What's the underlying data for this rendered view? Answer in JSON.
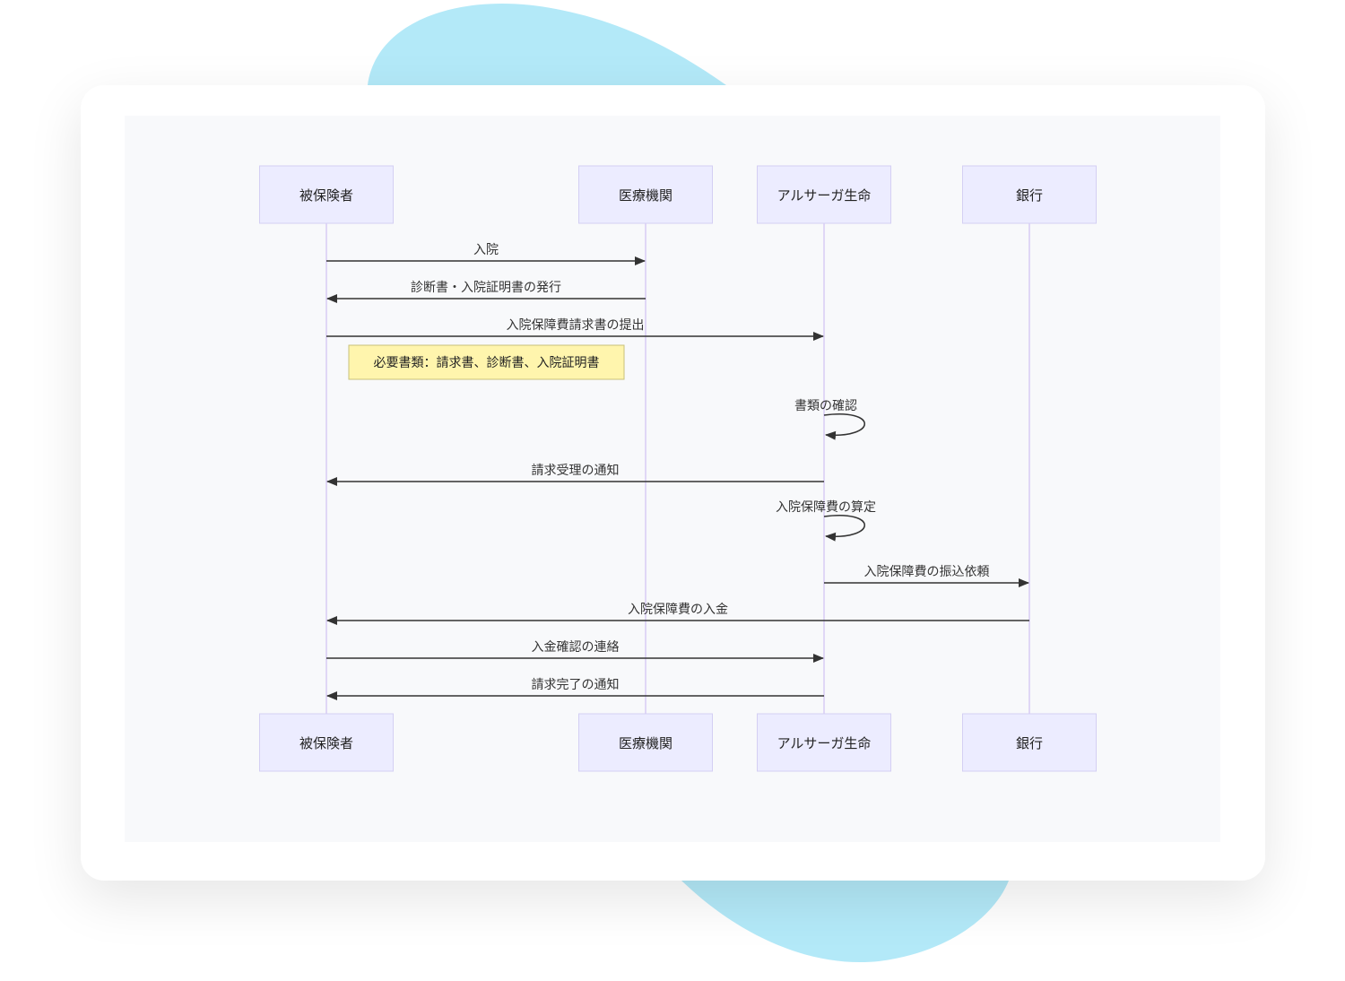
{
  "colors": {
    "blob": "#b3e9f8",
    "actor_fill": "#ececff",
    "actor_stroke": "#d4cff3",
    "lifeline": "#d8ccf5",
    "arrow": "#333333",
    "note_fill": "#fff5ad",
    "note_stroke": "#c9c17a"
  },
  "actors": [
    {
      "id": "insured",
      "label": "被保険者"
    },
    {
      "id": "hospital",
      "label": "医療機関"
    },
    {
      "id": "insurer",
      "label": "アルサーガ生命"
    },
    {
      "id": "bank",
      "label": "銀行"
    }
  ],
  "messages": [
    {
      "from": 0,
      "to": 1,
      "label": "入院"
    },
    {
      "from": 1,
      "to": 0,
      "label": "診断書・入院証明書の発行"
    },
    {
      "from": 0,
      "to": 2,
      "label": "入院保障費請求書の提出"
    },
    {
      "from": 2,
      "to": 2,
      "label": "書類の確認"
    },
    {
      "from": 2,
      "to": 0,
      "label": "請求受理の通知"
    },
    {
      "from": 2,
      "to": 2,
      "label": "入院保障費の算定"
    },
    {
      "from": 2,
      "to": 3,
      "label": "入院保障費の振込依頼"
    },
    {
      "from": 3,
      "to": 0,
      "label": "入院保障費の入金"
    },
    {
      "from": 0,
      "to": 2,
      "label": "入金確認の連絡"
    },
    {
      "from": 2,
      "to": 0,
      "label": "請求完了の通知"
    }
  ],
  "note": {
    "label": "必要書類：請求書、診断書、入院証明書",
    "over": [
      0,
      1
    ]
  }
}
